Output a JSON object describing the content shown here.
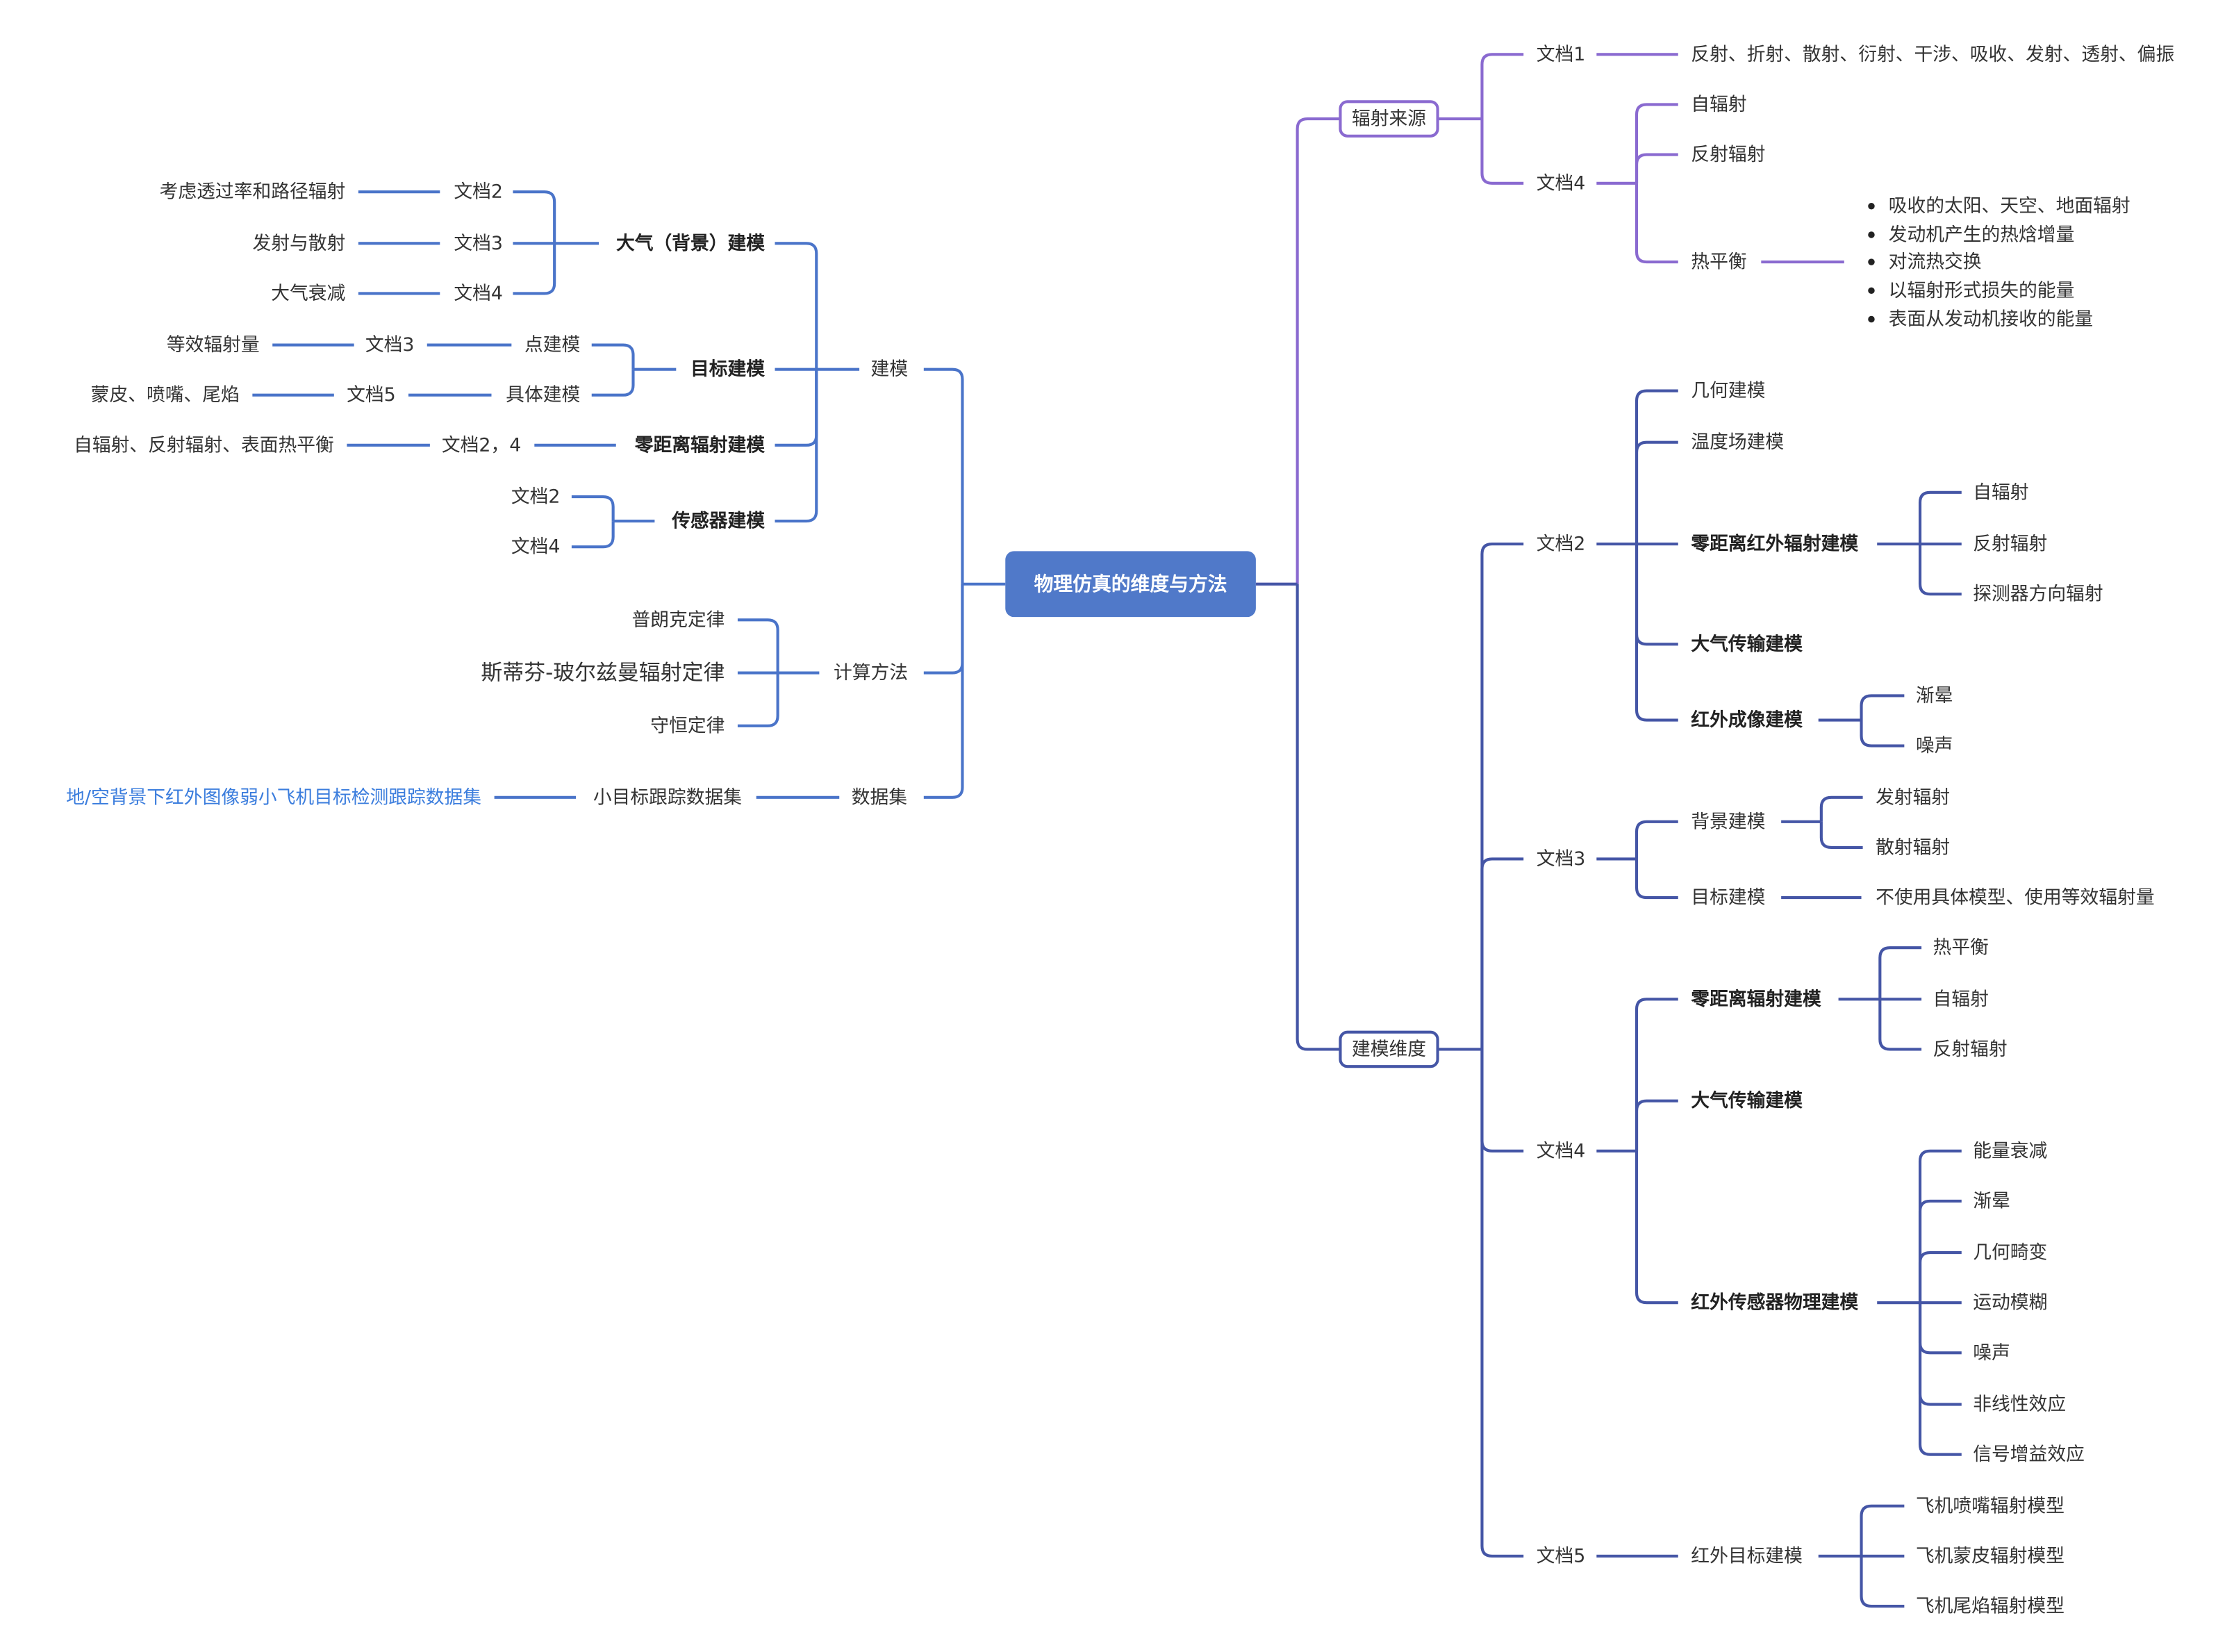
{
  "title": "物理仿真的维度与方法",
  "colors": {
    "left": "#4a74c9",
    "radiation": "#8a6ad0",
    "modeling_dims": "#4556a6",
    "center": "#5079c9",
    "link": "#3b7ddd"
  },
  "left": {
    "modeling": {
      "label": "建模",
      "atmosphere": {
        "label": "大气（背景）建模",
        "docs": [
          "文档2",
          "文档3",
          "文档4"
        ],
        "details": [
          "考虑透过率和路径辐射",
          "发射与散射",
          "大气衰减"
        ]
      },
      "target": {
        "label": "目标建模",
        "items": [
          {
            "method": "点建模",
            "doc": "文档3",
            "detail": "等效辐射量"
          },
          {
            "method": "具体建模",
            "doc": "文档5",
            "detail": "蒙皮、喷嘴、尾焰"
          }
        ]
      },
      "zero": {
        "label": "零距离辐射建模",
        "doc": "文档2，4",
        "detail": "自辐射、反射辐射、表面热平衡"
      },
      "sensor": {
        "label": "传感器建模",
        "docs": [
          "文档2",
          "文档4"
        ]
      }
    },
    "calc": {
      "label": "计算方法",
      "items": [
        "普朗克定律",
        "斯蒂芬-玻尔兹曼辐射定律",
        "守恒定律"
      ]
    },
    "dataset": {
      "label": "数据集",
      "name": "小目标跟踪数据集",
      "link": "地/空背景下红外图像弱小飞机目标检测跟踪数据集"
    }
  },
  "right": {
    "radiation": {
      "label": "辐射来源",
      "doc1": {
        "label": "文档1",
        "text": "反射、折射、散射、衍射、干涉、吸收、发射、透射、偏振"
      },
      "doc4": {
        "label": "文档4",
        "items": [
          "自辐射",
          "反射辐射",
          "热平衡"
        ],
        "heat_balance": [
          "吸收的太阳、天空、地面辐射",
          "发动机产生的热焓增量",
          "对流热交换",
          "以辐射形式损失的能量",
          "表面从发动机接收的能量"
        ]
      }
    },
    "dims": {
      "label": "建模维度",
      "doc2": {
        "label": "文档2",
        "items": [
          "几何建模",
          "温度场建模",
          "零距离红外辐射建模",
          "大气传输建模",
          "红外成像建模"
        ],
        "zero_ir": [
          "自辐射",
          "反射辐射",
          "探测器方向辐射"
        ],
        "imaging": [
          "渐晕",
          "噪声"
        ]
      },
      "doc3": {
        "label": "文档3",
        "background": "背景建模",
        "background_items": [
          "发射辐射",
          "散射辐射"
        ],
        "target": "目标建模",
        "target_detail": "不使用具体模型、使用等效辐射量"
      },
      "doc4": {
        "label": "文档4",
        "items": [
          "零距离辐射建模",
          "大气传输建模",
          "红外传感器物理建模"
        ],
        "zero": [
          "热平衡",
          "自辐射",
          "反射辐射"
        ],
        "sensor": [
          "能量衰减",
          "渐晕",
          "几何畸变",
          "运动模糊",
          "噪声",
          "非线性效应",
          "信号增益效应"
        ]
      },
      "doc5": {
        "label": "文档5",
        "target": "红外目标建模",
        "items": [
          "飞机喷嘴辐射模型",
          "飞机蒙皮辐射模型",
          "飞机尾焰辐射模型"
        ]
      }
    }
  }
}
